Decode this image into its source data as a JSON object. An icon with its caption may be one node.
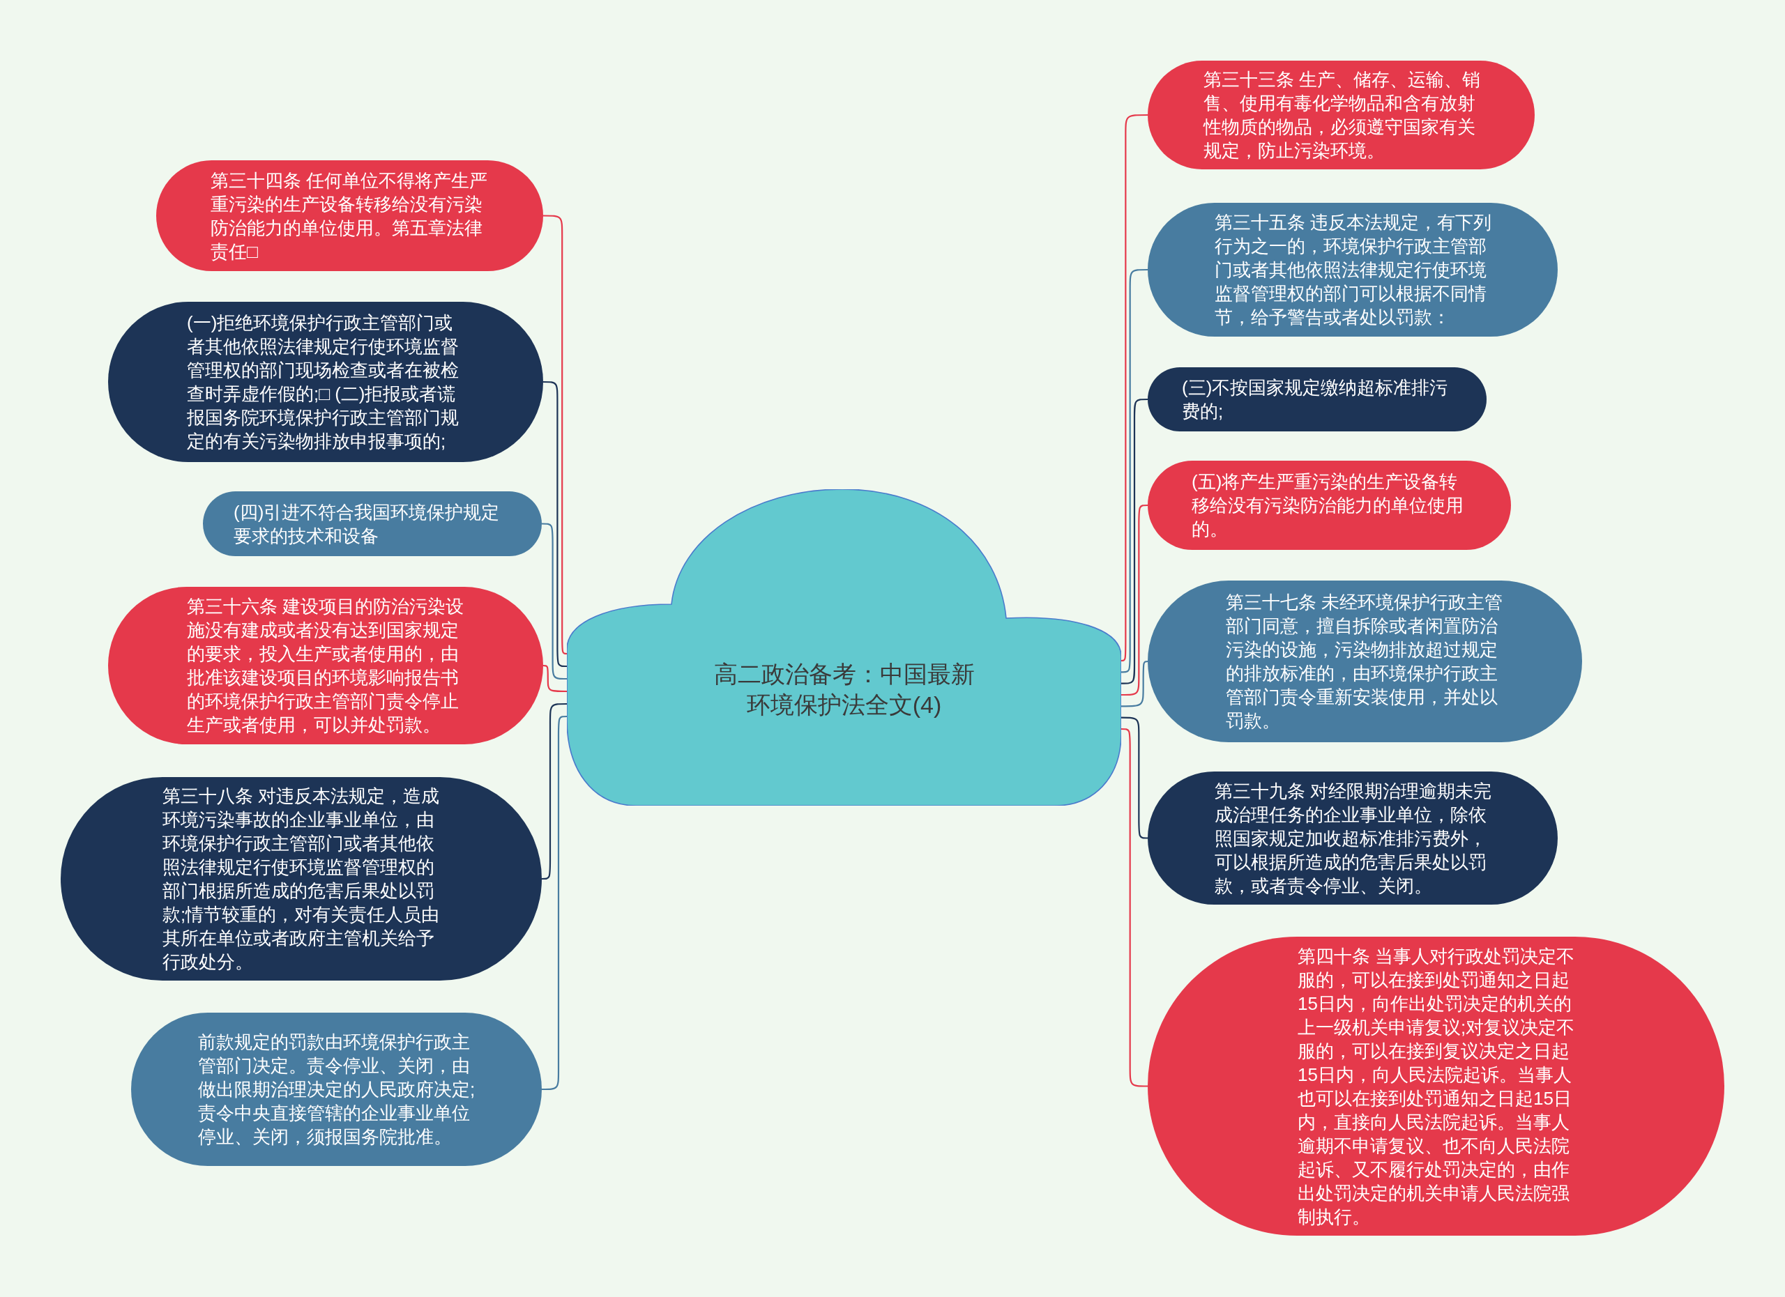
{
  "diagram": {
    "nodes": [
      {
        "text": [
          "高二政治备考：中国最新环境保护法全文(4)"
        ]
      },
      {
        "text": [
          "第三十三条 生产、储存、运输、销售、使用有毒化学物品和含有放射性物质的物品，必须遵守国家有关规定，防止污染环境。"
        ]
      },
      {
        "text": [
          "第三十四条 任何单位不得将产生严重污染的生产设备转移给没有污染防治能力的单位使用。第五章法律责任□"
        ]
      },
      {
        "text": [
          "第三十五条 违反本法规定，有下列行为之一的，环境保护行政主管部门或者其他依照法律规定行使环境监督管理权的部门可以根据不同情节，给予警告或者处以罚款："
        ]
      },
      {
        "text": [
          "(一)拒绝环境保护行政主管部门或者其他依照法律规定行使环境监督管理权的部门现场检查或者在被检查时弄虚作假的;□ (二)拒报或者谎报国务院环境保护行政主管部门规定的有关污染物排放申报事项的;"
        ]
      },
      {
        "text": [
          "(三)不按国家规定缴纳超标准排污费的;"
        ]
      },
      {
        "text": [
          "(四)引进不符合我国环境保护规定要求的技术和设备"
        ]
      },
      {
        "text": [
          "(五)将产生严重污染的生产设备转移给没有污染防治能力的单位使用的。"
        ]
      },
      {
        "text": [
          "第三十六条 建设项目的防治污染设施没有建成或者没有达到国家规定的要求，投入生产或者使用的，由批准该建设项目的环境影响报告书的环境保护行政主管部门责令停止生产或者使用，可以并处罚款。"
        ]
      },
      {
        "text": [
          "第三十七条 未经环境保护行政主管部门同意，擅自拆除或者闲置防治污染的设施，污染物排放超过规定的排放标准的，由环境保护行政主管部门责令重新安装使用，并处以罚款。"
        ]
      },
      {
        "text": [
          "第三十八条 对违反本法规定，造成环境污染事故的企业事业单位，由环境保护行政主管部门或者其他依照法律规定行使环境监督管理权的部门根据所造成的危害后果处以罚款;情节较重的，对有关责任人员由其所在单位或者政府主管机关给予行政处分。"
        ]
      },
      {
        "text": [
          "第三十九条 对经限期治理逾期未完成治理任务的企业事业单位，除依照国家规定加收超标准排污费外，可以根据所造成的危害后果处以罚款，或者责令停业、关闭。"
        ]
      },
      {
        "text": [
          "前款规定的罚款由环境保护行政主管部门决定。责令停业、关闭，由做出限期治理决定的人民政府决定;责令中央直接管辖的企业事业单位停业、关闭，须报国务院批准。"
        ]
      },
      {
        "text": [
          "第四十条 当事人对行政处罚决定不服的，可以在接到处罚通知之日起15日内，向作出处罚决定的机关的上一级机关申请复议;对复议决定不服的，可以在接到复议决定之日起15日内，向人民法院起诉。当事人也可以在接到处罚通知之日起15日内，直接向人民法院起诉。当事人逾期不申请复议、也不向人民法院起诉、又不履行处罚决定的，由作出处罚决定的机关申请人民法院强制执行。"
        ]
      }
    ],
    "edges": [
      {
        "from": 0,
        "to": 1,
        "arrow": "none"
      },
      {
        "from": 0,
        "to": 2,
        "arrow": "none"
      },
      {
        "from": 0,
        "to": 3,
        "arrow": "none",
        "color": "#487ca0"
      },
      {
        "from": 0,
        "to": 4,
        "arrow": "none",
        "color": "#1d3456"
      },
      {
        "from": 0,
        "to": 5,
        "arrow": "none",
        "color": "#1d3456"
      },
      {
        "from": 0,
        "to": 6,
        "arrow": "none",
        "color": "#487ca0"
      },
      {
        "from": 0,
        "to": 7,
        "arrow": "none"
      },
      {
        "from": 0,
        "to": 8,
        "arrow": "none"
      },
      {
        "from": 0,
        "to": 9,
        "arrow": "none",
        "color": "#487ca0"
      },
      {
        "from": 0,
        "to": 10,
        "arrow": "none",
        "color": "#1d3456"
      },
      {
        "from": 0,
        "to": 11,
        "arrow": "none",
        "color": "#1d3456"
      },
      {
        "from": 0,
        "to": 12,
        "arrow": "none",
        "color": "#487ca0"
      },
      {
        "from": 0,
        "to": 13,
        "arrow": "none"
      }
    ]
  }
}
